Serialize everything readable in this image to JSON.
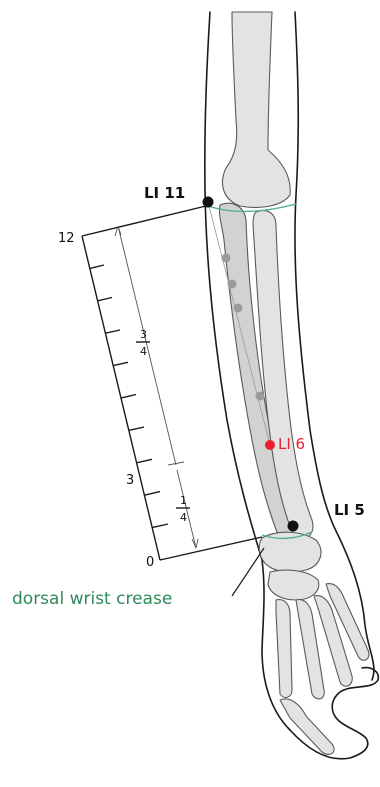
{
  "labels": {
    "li11": "LI 11",
    "li6": "LI 6",
    "li5": "LI 5",
    "crease": "dorsal wrist crease"
  },
  "ruler": {
    "top": "12",
    "mid": "3",
    "bottom": "0",
    "frac_upper_num": "3",
    "frac_upper_den": "4",
    "frac_lower_num": "1",
    "frac_lower_den": "4"
  },
  "colors": {
    "point_main": "#111111",
    "point_highlight": "#e8212e",
    "point_secondary": "#9a9a9a",
    "crease_line": "#4fb08a",
    "crease_label": "#2e8a5a"
  }
}
